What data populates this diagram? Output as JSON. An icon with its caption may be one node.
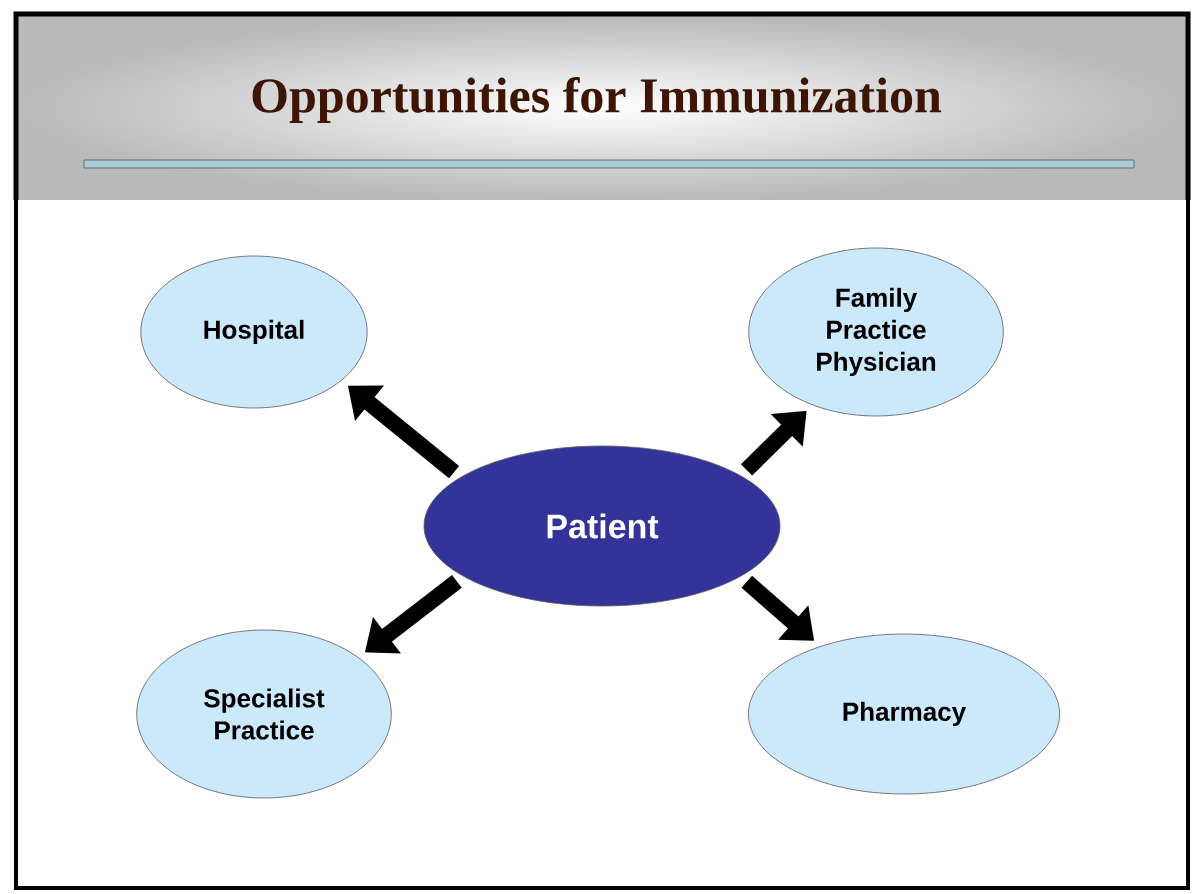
{
  "diagram": {
    "title": "Opportunities for Immunization",
    "nodes": [
      {
        "text": [
          "Hospital"
        ]
      },
      {
        "text": [
          "Family Practice Physician"
        ]
      },
      {
        "text": [
          "Patient"
        ]
      },
      {
        "text": [
          "Specialist Practice"
        ]
      },
      {
        "text": [
          "Pharmacy"
        ]
      }
    ],
    "edges": [
      {
        "from": 2,
        "to": 0,
        "arrow": "to"
      },
      {
        "from": 2,
        "to": 1,
        "arrow": "to"
      },
      {
        "from": 2,
        "to": 3,
        "arrow": "to"
      },
      {
        "from": 2,
        "to": 4,
        "arrow": "to"
      }
    ]
  }
}
